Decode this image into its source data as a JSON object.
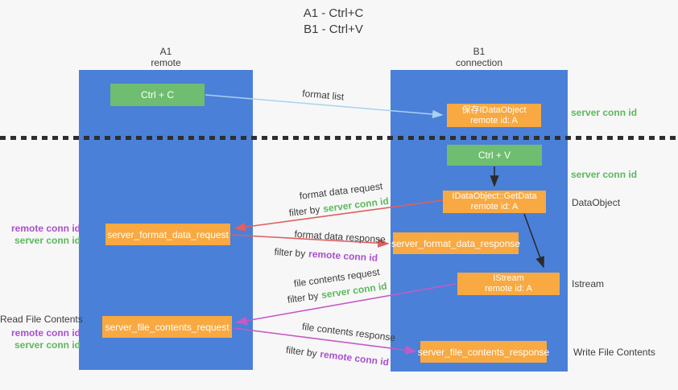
{
  "title": {
    "line1": "A1 - Ctrl+C",
    "line2": "B1 - Ctrl+V"
  },
  "columns": {
    "a1": {
      "name": "A1",
      "subtitle": "remote"
    },
    "b1": {
      "name": "B1",
      "subtitle": "connection"
    }
  },
  "nodes": {
    "ctrl_c": {
      "label": "Ctrl + C"
    },
    "save_idataobject": {
      "line1": "保存IDataObject",
      "line2": "remote id: A"
    },
    "ctrl_v": {
      "label": "Ctrl + V"
    },
    "getdata": {
      "line1": "IDataObject::GetData",
      "line2": "remote id: A"
    },
    "format_request": {
      "label": "server_format_data_request"
    },
    "format_response": {
      "label": "server_format_data_response"
    },
    "istream": {
      "line1": "IStream",
      "line2": "remote id: A"
    },
    "file_request": {
      "label": "server_file_contents_request"
    },
    "file_response": {
      "label": "server_file_contents_response"
    }
  },
  "edges": {
    "format_list": {
      "label": "format list"
    },
    "format_data_request": {
      "label": "format data request",
      "filter_prefix": "filter by",
      "filter_key": "server conn id"
    },
    "format_data_response": {
      "label": "format data response",
      "filter_prefix": "filter by",
      "filter_key": "remote conn id"
    },
    "file_contents_request": {
      "label": "file contents request",
      "filter_prefix": "filter by",
      "filter_key": "server conn id"
    },
    "file_contents_response": {
      "label": "file contents response",
      "filter_prefix": "filter by",
      "filter_key": "remote conn id"
    }
  },
  "side_labels": {
    "server_conn_id_top": "server conn id",
    "server_conn_id_mid": "server conn id",
    "dataobject": "DataObject",
    "istream": "Istream",
    "write_file_contents": "Write File Contents",
    "read_file_contents": "Read File Contents",
    "format_pair": {
      "remote": "remote conn id",
      "server": "server conn id"
    },
    "file_pair": {
      "remote": "remote conn id",
      "server": "server conn id"
    }
  },
  "colors": {
    "column_blue": "#4a80d8",
    "node_green": "#6fbd70",
    "node_orange": "#f9a941",
    "arrow_lightblue": "#a9d2ed",
    "arrow_black": "#2b2b2b",
    "arrow_red": "#e05f5f",
    "arrow_magenta": "#c55ac5",
    "label_green": "#5cb85c",
    "label_purple": "#aa4fcf",
    "text_dark": "#3c3c3c"
  }
}
